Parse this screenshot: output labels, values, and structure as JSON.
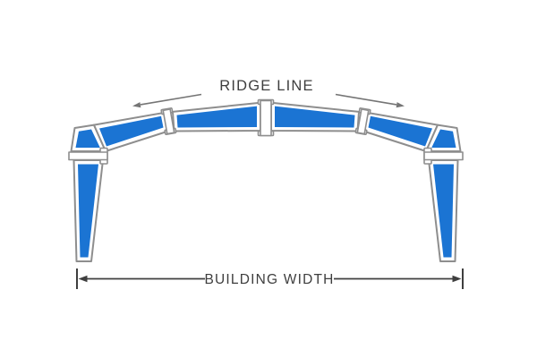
{
  "labels": {
    "ridge_line": "RIDGE LINE",
    "building_width": "BUILDING WIDTH"
  },
  "colors": {
    "canvas_bg": "#FFFFFF",
    "frame_fill": "#1B74D3",
    "frame_outline": "#8E8E8E",
    "plate_fill": "#FFFFFF",
    "label_text": "#3E3E3E",
    "slope_arrow": "#757575",
    "dimension_line": "#3F3F3F"
  },
  "icons": {
    "left_slope_arrow": "arrow-down-left",
    "right_slope_arrow": "arrow-down-right",
    "dimension_arrowheads": "outward-dimension-arrows"
  }
}
